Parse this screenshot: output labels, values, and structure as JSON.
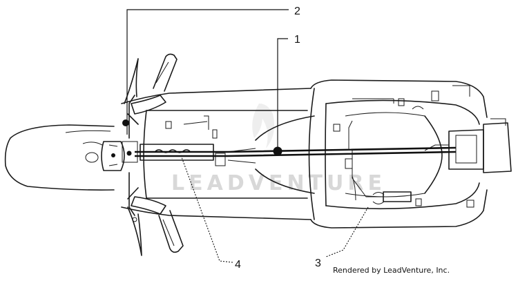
{
  "callouts": [
    {
      "label": "1"
    },
    {
      "label": "2"
    },
    {
      "label": "3"
    },
    {
      "label": "4"
    }
  ],
  "credit": "Rendered by LeadVenture, Inc.",
  "watermark": "LEADVENTURE",
  "colors": {
    "line": "#1a1a1a",
    "background": "#ffffff",
    "watermark": "#d8d8d8"
  }
}
